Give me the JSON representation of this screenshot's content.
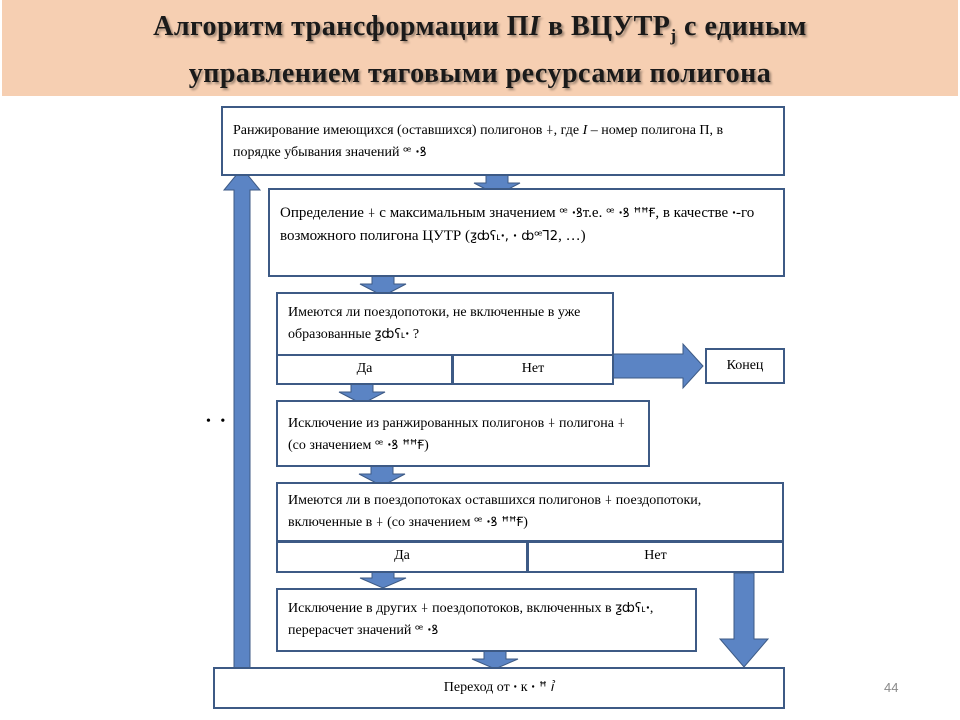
{
  "slide": {
    "title_line1_a": "Алгоритм трансформации П",
    "title_line1_i": "I",
    "title_line1_b": " в ВЦУТР",
    "title_line1_sub": "j",
    "title_line1_c": " с единым",
    "title_line2": "управлением тяговыми ресурсами полигона",
    "page_number": "44",
    "dots": "• •"
  },
  "colors": {
    "title_band": "#f6cfb2",
    "box_border": "#3d5a85",
    "arrow_fill": "#5b84c4",
    "arrow_stroke": "#3d5a85"
  },
  "flow": {
    "box1": {
      "a": "Ранжирование имеющихся (оставшихся) полигонов ",
      "b": ", где ",
      "c": "I",
      "d": " – номер полигона П, в порядке убывания значений "
    },
    "box2": {
      "a": "Определение ",
      "b": " с максимальным значением ",
      "c": "т.е. ",
      "d": ", в качестве ",
      "e": "-го возможного полигона ЦУТР (",
      "f": ", …)"
    },
    "box3": {
      "a": "Имеются ли поездопотоки, не включенные в уже образованные ",
      "b": " ?"
    },
    "box3_yes": "Да",
    "box3_no": "Нет",
    "end": "Конец",
    "box4": {
      "a": "Исключение из ранжированных полигонов ",
      "b": " полигона ",
      "c": " (со значением ",
      "d": ")"
    },
    "box5": {
      "a": "Имеются ли в поездопотоках оставшихся полигонов ",
      "b": " поездопотоки, включенные в ",
      "c": " (со значением ",
      "d": ")"
    },
    "box5_yes": "Да",
    "box5_no": "Нет",
    "box6": {
      "a": "Исключение в других ",
      "b": " поездопотоков, включенных в ",
      "c": ", перерасчет значений "
    },
    "box7": {
      "a": "Переход от ",
      "b": " к "
    }
  },
  "glyphs": {
    "g_poly": "⍭",
    "g_val": "ꟹ ꞏꝸ",
    "g_val2": "ꟹ ꞏꝸ",
    "g_max": "ꟹ ꞏꝸ ꟸꟸꞘ",
    "g_j": "ꞏ",
    "g_set": "ƺȸʕ˪ꞏ, ꞏ ȸꟹꞀ2",
    "g_set2": "ƺȸʕ˪ꞏ",
    "g_k": "ꞏ",
    "g_jp": "ꞏ ꟸ ꞽ"
  }
}
